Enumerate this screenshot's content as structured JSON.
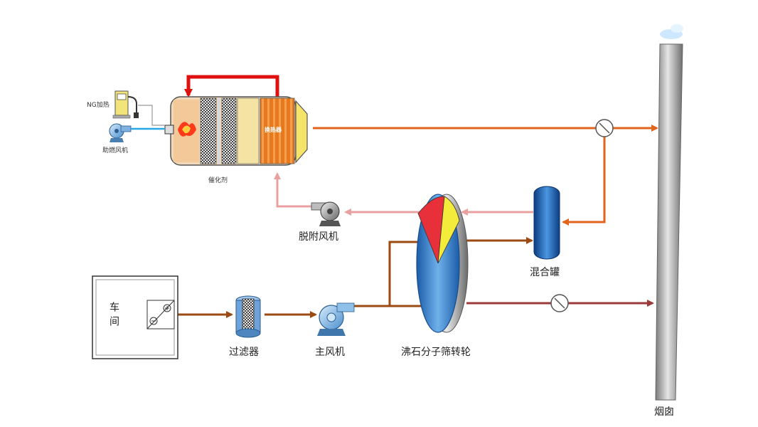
{
  "labels": {
    "ng_heating": "NG加热",
    "combustion_fan": "助燃风机",
    "catalyst": "催化剂",
    "heat_exchanger": "换热器",
    "desorption_fan": "脱附风机",
    "mixing_tank": "混合罐",
    "workshop": "车间",
    "filter": "过滤器",
    "main_fan": "主风机",
    "zeolite_wheel": "沸石分子筛转轮",
    "chimney": "烟囱"
  },
  "colors": {
    "hot_gas": "#e0641c",
    "red_loop": "#e01010",
    "desorption": "#e8a0a0",
    "exhaust": "#9a4a12",
    "clean_exhaust": "#9b3a3a",
    "vessel_blue": "#1a5fb0",
    "chimney_gray": "#a8a8a8"
  }
}
